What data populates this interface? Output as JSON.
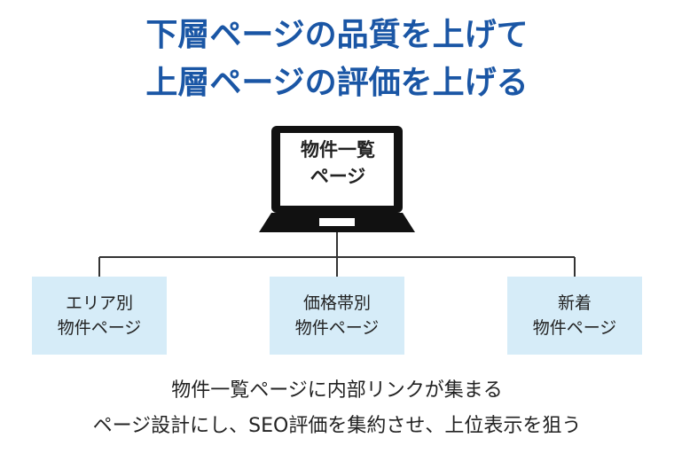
{
  "title": {
    "line1": "下層ページの品質を上げて",
    "line2": "上層ページの評価を上げる"
  },
  "laptop": {
    "line1": "物件一覧",
    "line2": "ページ"
  },
  "boxes": [
    {
      "line1": "エリア別",
      "line2": "物件ページ"
    },
    {
      "line1": "価格帯別",
      "line2": "物件ページ"
    },
    {
      "line1": "新着",
      "line2": "物件ページ"
    }
  ],
  "caption": {
    "line1": "物件一覧ページに内部リンクが集まる",
    "line2": "ページ設計にし、SEO評価を集約させ、上位表示を狙う"
  },
  "colors": {
    "title": "#1a56a5",
    "box_fill": "#d6ecf8",
    "line": "#333333",
    "laptop": "#111111"
  },
  "icons": [
    "laptop-icon"
  ]
}
